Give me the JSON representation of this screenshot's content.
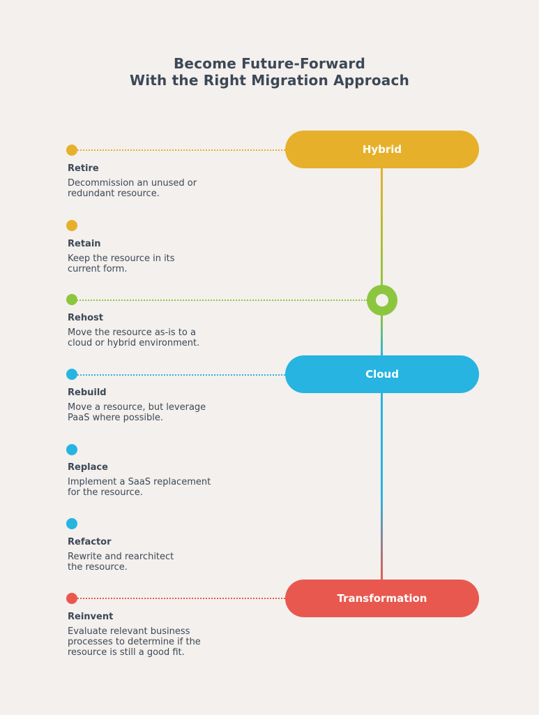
{
  "title": {
    "line1": "Become Future-Forward",
    "line2": "With the Right Migration Approach"
  },
  "stages": [
    {
      "label": "Hybrid",
      "color": "#e6b02a"
    },
    {
      "label": "Cloud",
      "color": "#27b4e0"
    },
    {
      "label": "Transformation",
      "color": "#e8584f"
    }
  ],
  "steps": [
    {
      "name": "Retire",
      "description": "Decommission an unused or\nredundant resource.",
      "color": "#e6b02a"
    },
    {
      "name": "Retain",
      "description": "Keep the resource in its\ncurrent form.",
      "color": "#e6b02a"
    },
    {
      "name": "Rehost",
      "description": "Move the resource as-is to a\ncloud or hybrid environment.",
      "color": "#8cc63f"
    },
    {
      "name": "Rebuild",
      "description": "Move a resource, but leverage\nPaaS where possible.",
      "color": "#27b4e0"
    },
    {
      "name": "Replace",
      "description": "Implement a SaaS replacement\nfor the resource.",
      "color": "#27b4e0"
    },
    {
      "name": "Refactor",
      "description": "Rewrite and rearchitect\nthe resource.",
      "color": "#27b4e0"
    },
    {
      "name": "Reinvent",
      "description": "Evaluate relevant business\nprocesses to determine if the\nresource is still a good fit.",
      "color": "#e8584f"
    }
  ]
}
